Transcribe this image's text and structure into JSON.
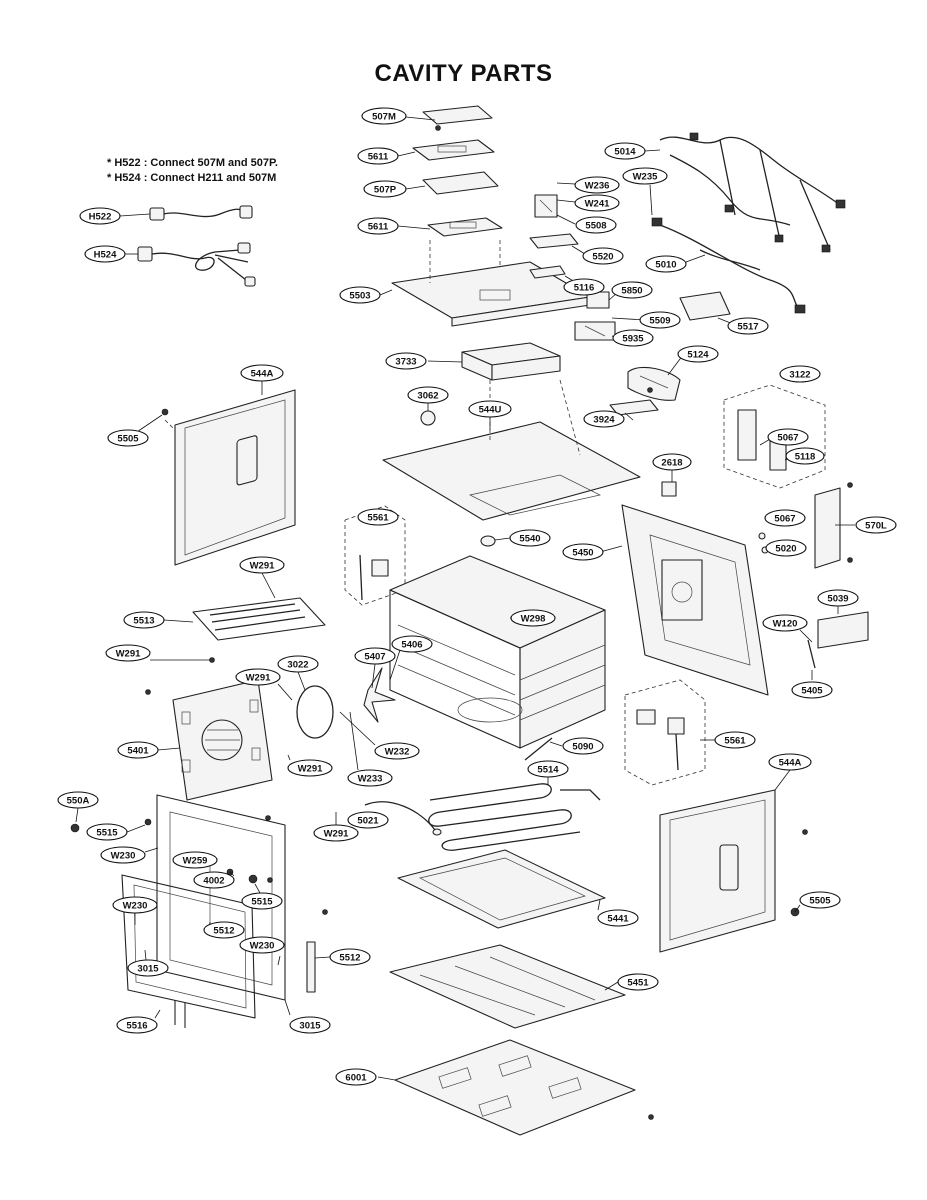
{
  "title": "CAVITY PARTS",
  "notes": [
    "* H522 : Connect 507M and 507P.",
    "* H524 : Connect H211 and 507M"
  ],
  "labels": [
    {
      "id": "l507M",
      "text": "507M"
    },
    {
      "id": "l5611a",
      "text": "5611"
    },
    {
      "id": "l507P",
      "text": "507P"
    },
    {
      "id": "l5611b",
      "text": "5611"
    },
    {
      "id": "lW236",
      "text": "W236"
    },
    {
      "id": "lW241",
      "text": "W241"
    },
    {
      "id": "l5508",
      "text": "5508"
    },
    {
      "id": "l5520",
      "text": "5520"
    },
    {
      "id": "l5014",
      "text": "5014"
    },
    {
      "id": "lW235",
      "text": "W235"
    },
    {
      "id": "l5010",
      "text": "5010"
    },
    {
      "id": "l5503",
      "text": "5503"
    },
    {
      "id": "l5116",
      "text": "5116"
    },
    {
      "id": "l5850",
      "text": "5850"
    },
    {
      "id": "l5509",
      "text": "5509"
    },
    {
      "id": "l5517",
      "text": "5517"
    },
    {
      "id": "l5935",
      "text": "5935"
    },
    {
      "id": "l3733",
      "text": "3733"
    },
    {
      "id": "l5124",
      "text": "5124"
    },
    {
      "id": "l3062",
      "text": "3062"
    },
    {
      "id": "l544U",
      "text": "544U"
    },
    {
      "id": "l3924",
      "text": "3924"
    },
    {
      "id": "l3122",
      "text": "3122"
    },
    {
      "id": "l544Aa",
      "text": "544A"
    },
    {
      "id": "l5505a",
      "text": "5505"
    },
    {
      "id": "l5067a",
      "text": "5067"
    },
    {
      "id": "l5118",
      "text": "5118"
    },
    {
      "id": "l2618",
      "text": "2618"
    },
    {
      "id": "l5561a",
      "text": "5561"
    },
    {
      "id": "l5540",
      "text": "5540"
    },
    {
      "id": "l5450",
      "text": "5450"
    },
    {
      "id": "l5067b",
      "text": "5067"
    },
    {
      "id": "l570L",
      "text": "570L"
    },
    {
      "id": "l5020",
      "text": "5020"
    },
    {
      "id": "lW291a",
      "text": "W291"
    },
    {
      "id": "l5513",
      "text": "5513"
    },
    {
      "id": "lW291b",
      "text": "W291"
    },
    {
      "id": "lW298",
      "text": "W298"
    },
    {
      "id": "l5039",
      "text": "5039"
    },
    {
      "id": "lW120",
      "text": "W120"
    },
    {
      "id": "l5407",
      "text": "5407"
    },
    {
      "id": "l5406",
      "text": "5406"
    },
    {
      "id": "l3022",
      "text": "3022"
    },
    {
      "id": "lW291c",
      "text": "W291"
    },
    {
      "id": "l5405",
      "text": "5405"
    },
    {
      "id": "l5401",
      "text": "5401"
    },
    {
      "id": "lW232",
      "text": "W232"
    },
    {
      "id": "lW291d",
      "text": "W291"
    },
    {
      "id": "lW233",
      "text": "W233"
    },
    {
      "id": "l5561b",
      "text": "5561"
    },
    {
      "id": "l5090",
      "text": "5090"
    },
    {
      "id": "l544Ab",
      "text": "544A"
    },
    {
      "id": "l550A",
      "text": "550A"
    },
    {
      "id": "l5514",
      "text": "5514"
    },
    {
      "id": "l5515a",
      "text": "5515"
    },
    {
      "id": "l5021",
      "text": "5021"
    },
    {
      "id": "lW291e",
      "text": "W291"
    },
    {
      "id": "lW230a",
      "text": "W230"
    },
    {
      "id": "lW259",
      "text": "W259"
    },
    {
      "id": "l4002",
      "text": "4002"
    },
    {
      "id": "l5515b",
      "text": "5515"
    },
    {
      "id": "lW230b",
      "text": "W230"
    },
    {
      "id": "l5512a",
      "text": "5512"
    },
    {
      "id": "l5441",
      "text": "5441"
    },
    {
      "id": "l5505b",
      "text": "5505"
    },
    {
      "id": "lW230c",
      "text": "W230"
    },
    {
      "id": "l5512b",
      "text": "5512"
    },
    {
      "id": "l3015a",
      "text": "3015"
    },
    {
      "id": "l5451",
      "text": "5451"
    },
    {
      "id": "l5516",
      "text": "5516"
    },
    {
      "id": "l3015b",
      "text": "3015"
    },
    {
      "id": "l6001",
      "text": "6001"
    },
    {
      "id": "lH522",
      "text": "H522"
    },
    {
      "id": "lH524",
      "text": "H524"
    }
  ]
}
